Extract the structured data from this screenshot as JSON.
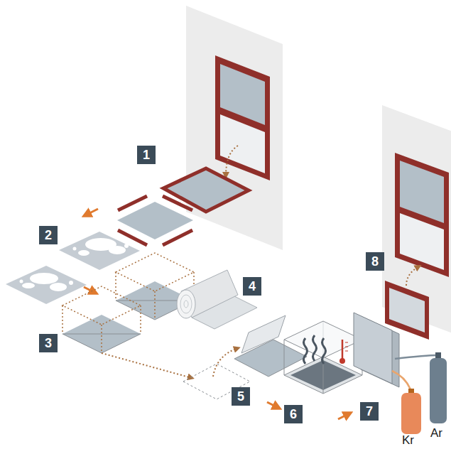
{
  "diagram": {
    "labels": [
      "1",
      "2",
      "3",
      "4",
      "5",
      "6",
      "7",
      "8",
      "Kr",
      "Ar"
    ]
  }
}
